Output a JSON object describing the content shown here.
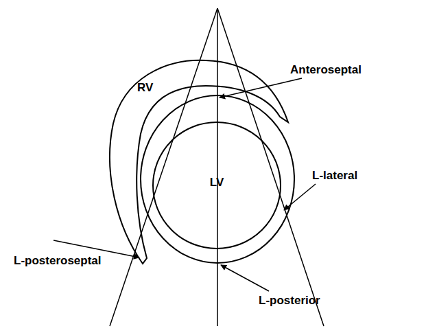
{
  "diagram": {
    "nodes": [
      {
        "text": [
          "RV"
        ]
      },
      {
        "text": [
          "LV"
        ]
      }
    ],
    "labels": [
      "Anteroseptal",
      "L-lateral",
      "L-posteroseptal",
      "L-posterior"
    ]
  }
}
